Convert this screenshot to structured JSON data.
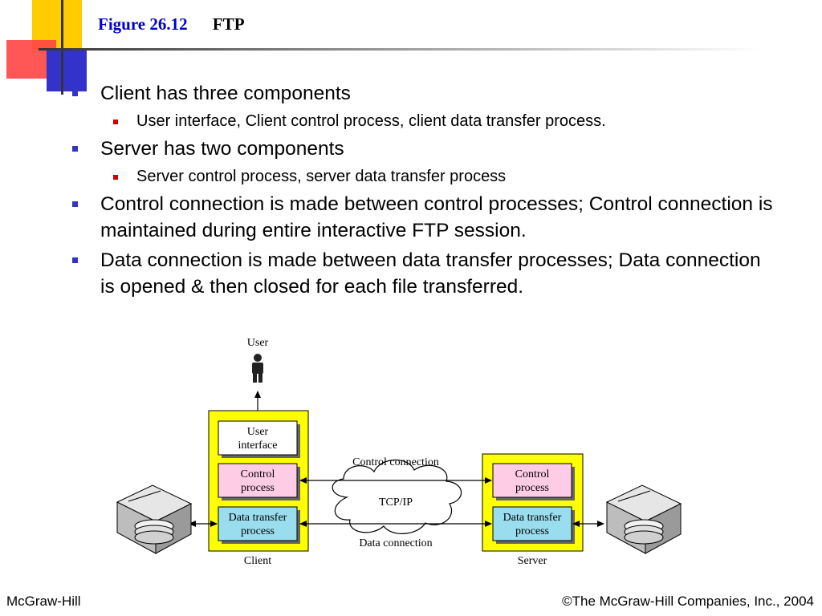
{
  "slide": {
    "figure_label": "Figure 26.12",
    "figure_title": "FTP"
  },
  "bullets": [
    {
      "text": "Client has three components",
      "sub": [
        "User interface, Client control process, client data transfer process."
      ]
    },
    {
      "text": "Server has two components",
      "sub": [
        "Server control process, server data transfer process"
      ]
    },
    {
      "text": "Control connection is made between control processes; Control connection is maintained during entire interactive FTP session.",
      "sub": []
    },
    {
      "text": "Data connection is made between data transfer processes; Data connection is opened & then closed for each file transferred.",
      "sub": []
    }
  ],
  "diagram": {
    "user_label": "User",
    "client_boxes": {
      "ui_line1": "User",
      "ui_line2": "interface",
      "control_line1": "Control",
      "control_line2": "process",
      "data_line1": "Data transfer",
      "data_line2": "process"
    },
    "server_boxes": {
      "control_line1": "Control",
      "control_line2": "process",
      "data_line1": "Data transfer",
      "data_line2": "process"
    },
    "control_connection_label": "Control connection",
    "data_connection_label": "Data connection",
    "network_label": "TCP/IP",
    "client_label": "Client",
    "server_label": "Server",
    "colors": {
      "container_yellow": "#ffff00",
      "control_pink": "#ffcce6",
      "data_cyan": "#99ddee",
      "user_box_white": "#ffffff"
    }
  },
  "footer": {
    "left": "McGraw-Hill",
    "right": "©The McGraw-Hill Companies, Inc., 2004"
  }
}
